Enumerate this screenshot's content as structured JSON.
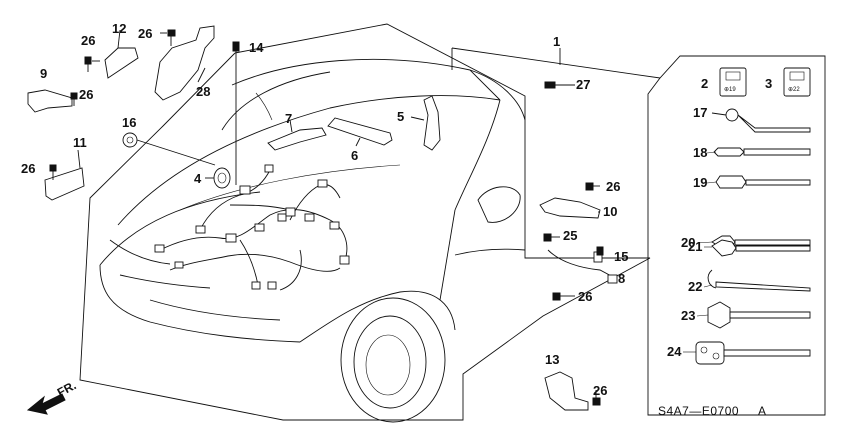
{
  "diagram": {
    "callouts": {
      "n1": "1",
      "n2": "2",
      "n3": "3",
      "n4": "4",
      "n5": "5",
      "n6": "6",
      "n7": "7",
      "n8": "8",
      "n9": "9",
      "n10": "10",
      "n11": "11",
      "n12": "12",
      "n13": "13",
      "n14": "14",
      "n15": "15",
      "n16": "16",
      "n17": "17",
      "n18": "18",
      "n19": "19",
      "n20": "20",
      "n21": "21",
      "n22": "22",
      "n23": "23",
      "n24": "24",
      "n26a": "26",
      "n26b": "26",
      "n26c": "26",
      "n26d": "26",
      "n26e": "26",
      "n26f": "26",
      "n26g": "26",
      "n25": "25",
      "n27": "27",
      "n28": "28"
    },
    "connector_marks": {
      "part2": "⊕19",
      "part3": "⊕22"
    },
    "diagram_code": "S4A7—E0700",
    "diagram_code_suffix": "A",
    "direction": "FR."
  },
  "icons": [
    "front-direction-arrow-icon"
  ]
}
